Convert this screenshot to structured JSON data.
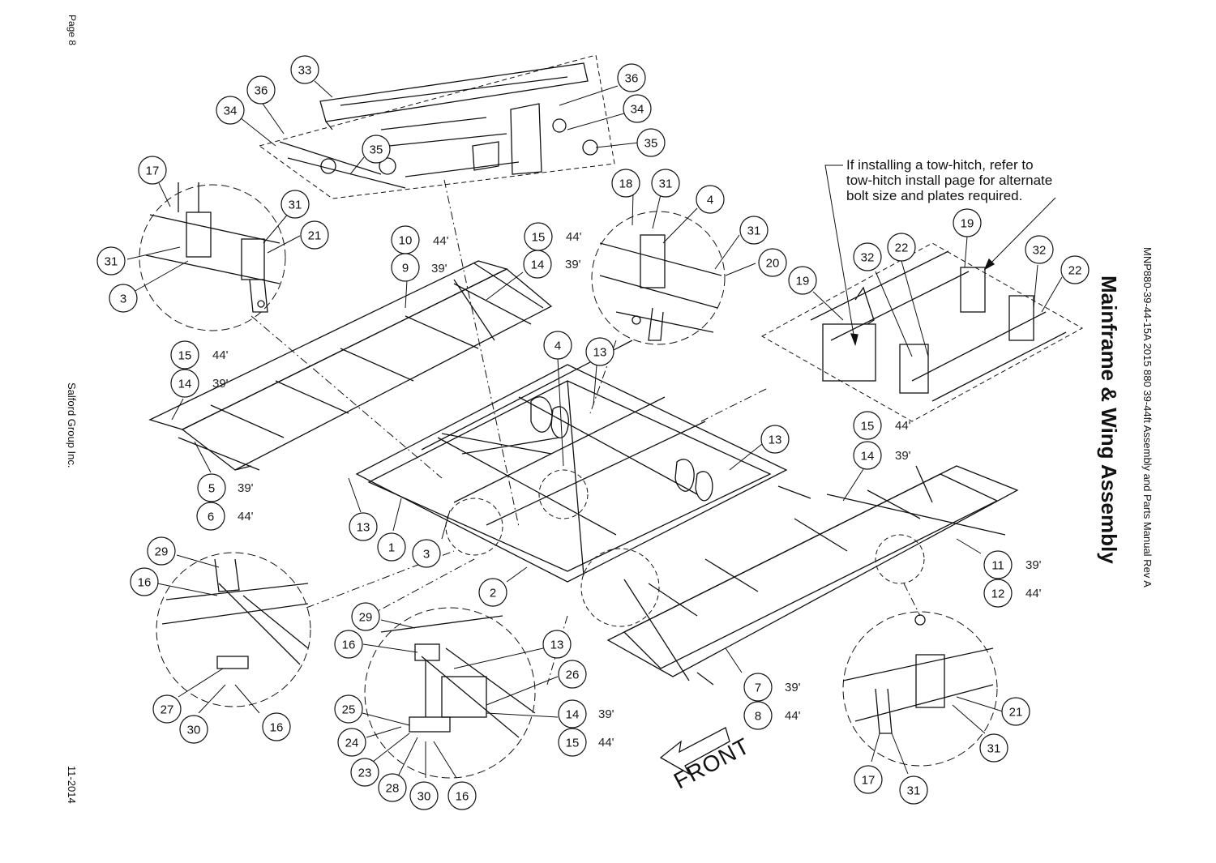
{
  "page": {
    "page_number": "Page 8",
    "company": "Salford Group Inc.",
    "date_code": "11-2014",
    "manual_title": "MNP880-39-44-15A 2015 880 39-44ft Assembly and Parts Manual Rev A",
    "section_title": "Mainframe & Wing Assembly"
  },
  "note": {
    "lines": [
      "If installing a tow-hitch, refer to",
      "tow-hitch install page for alternate",
      "bolt size and plates required."
    ]
  },
  "front_label": "FRONT",
  "callouts": [
    {
      "n": "33"
    },
    {
      "n": "36"
    },
    {
      "n": "34"
    },
    {
      "n": "35"
    },
    {
      "n": "36"
    },
    {
      "n": "34"
    },
    {
      "n": "35"
    },
    {
      "n": "17"
    },
    {
      "n": "31"
    },
    {
      "n": "21"
    },
    {
      "n": "31"
    },
    {
      "n": "3"
    },
    {
      "n": "18"
    },
    {
      "n": "31"
    },
    {
      "n": "4"
    },
    {
      "n": "31"
    },
    {
      "n": "20"
    },
    {
      "n": "19"
    },
    {
      "n": "19"
    },
    {
      "n": "32"
    },
    {
      "n": "22"
    },
    {
      "n": "32"
    },
    {
      "n": "22"
    },
    {
      "n": "10"
    },
    {
      "n": "9"
    },
    {
      "n": "15"
    },
    {
      "n": "14"
    },
    {
      "n": "15"
    },
    {
      "n": "14"
    },
    {
      "n": "5"
    },
    {
      "n": "6"
    },
    {
      "n": "4"
    },
    {
      "n": "13"
    },
    {
      "n": "13"
    },
    {
      "n": "13"
    },
    {
      "n": "1"
    },
    {
      "n": "3"
    },
    {
      "n": "2"
    },
    {
      "n": "15"
    },
    {
      "n": "14"
    },
    {
      "n": "11"
    },
    {
      "n": "12"
    },
    {
      "n": "7"
    },
    {
      "n": "8"
    },
    {
      "n": "29"
    },
    {
      "n": "16"
    },
    {
      "n": "27"
    },
    {
      "n": "30"
    },
    {
      "n": "16"
    },
    {
      "n": "29"
    },
    {
      "n": "16"
    },
    {
      "n": "13"
    },
    {
      "n": "26"
    },
    {
      "n": "25"
    },
    {
      "n": "24"
    },
    {
      "n": "23"
    },
    {
      "n": "28"
    },
    {
      "n": "30"
    },
    {
      "n": "16"
    },
    {
      "n": "14"
    },
    {
      "n": "15"
    },
    {
      "n": "21"
    },
    {
      "n": "31"
    },
    {
      "n": "17"
    },
    {
      "n": "31"
    }
  ],
  "size_labels": [
    "44'",
    "39'",
    "44'",
    "39'",
    "44'",
    "39'",
    "39'",
    "44'",
    "44'",
    "39'",
    "39'",
    "44'",
    "39'",
    "44'",
    "39'",
    "44'"
  ]
}
